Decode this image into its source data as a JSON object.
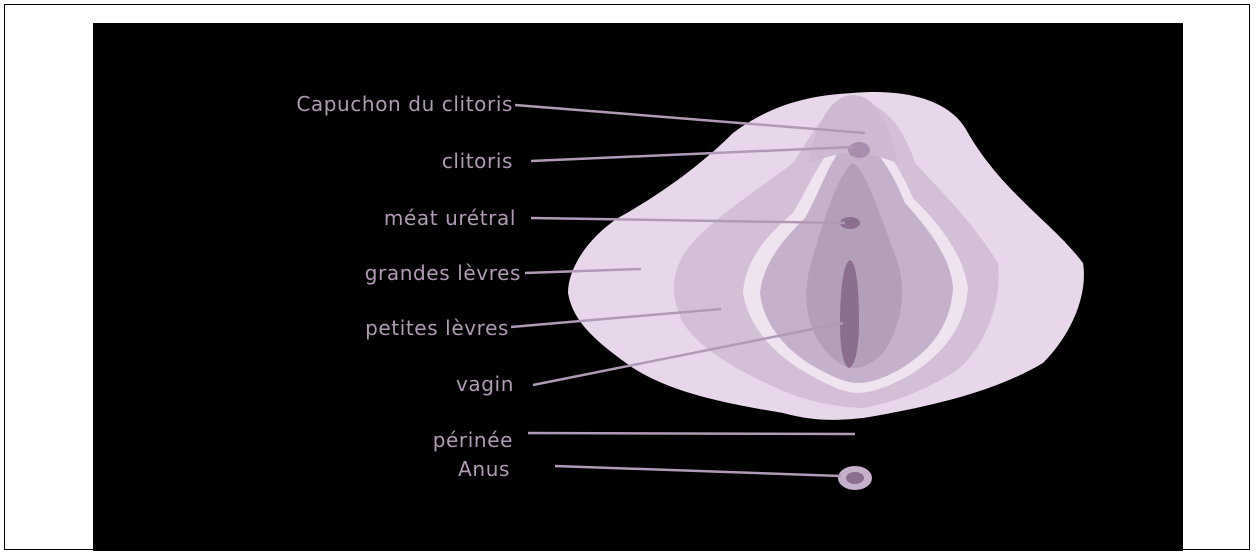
{
  "diagram": {
    "labels": {
      "hood": "Capuchon du clitoris",
      "clitoris": "clitoris",
      "meatus": "méat urétral",
      "labia_majora": "grandes lèvres",
      "labia_minora": "petites lèvres",
      "vagina": "vagin",
      "perineum": "périnée",
      "anus": "Anus"
    },
    "colors": {
      "background": "#000000",
      "outer": "#e8d7ea",
      "mid": "#ccb8d0",
      "inner": "#b49fb9",
      "opening": "#8a6f8f",
      "label": "#b19ab5"
    }
  }
}
